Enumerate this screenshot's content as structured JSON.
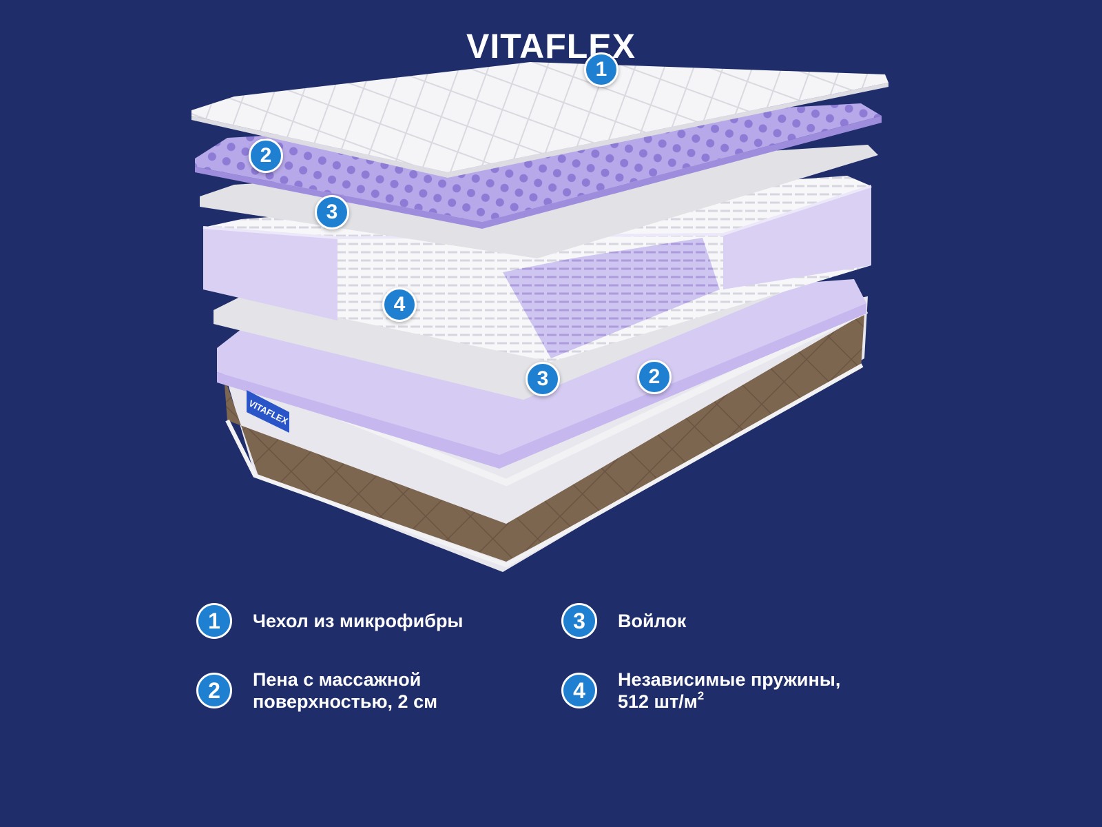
{
  "brand": {
    "logo_text": "VITAFLEX",
    "tag_text": "VITAFLEX"
  },
  "colors": {
    "background": "#1f2d6b",
    "badge": "#1f7fd0",
    "badge_border": "#ffffff",
    "cover": "#f4f4f6",
    "foam": "#b6a6e8",
    "felt": "#e4e4e6",
    "base_side": "#7d6650"
  },
  "callouts": [
    {
      "number": "1"
    },
    {
      "number": "2"
    },
    {
      "number": "3"
    },
    {
      "number": "4"
    },
    {
      "number": "3"
    },
    {
      "number": "2"
    }
  ],
  "legend": [
    {
      "number": "1",
      "line1": "Чехол из микрофибры",
      "line2": "",
      "sup": ""
    },
    {
      "number": "3",
      "line1": "Войлок",
      "line2": "",
      "sup": ""
    },
    {
      "number": "2",
      "line1": "Пена с массажной",
      "line2": "поверхностью, 2 см",
      "sup": ""
    },
    {
      "number": "4",
      "line1": "Независимые пружины,",
      "line2": "512 шт/м",
      "sup": "2"
    }
  ]
}
